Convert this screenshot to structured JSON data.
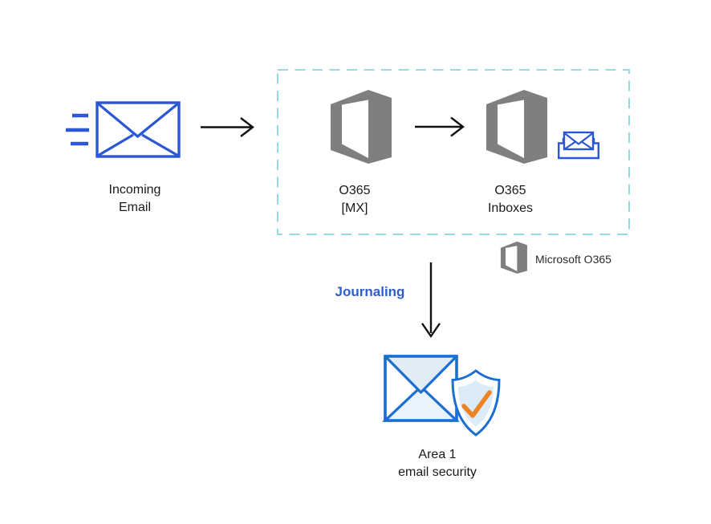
{
  "nodes": {
    "incoming_email": {
      "line1": "Incoming",
      "line2": "Email"
    },
    "o365_mx": {
      "line1": "O365",
      "line2": "[MX]"
    },
    "o365_inboxes": {
      "line1": "O365",
      "line2": "Inboxes"
    },
    "area1": {
      "line1": "Area 1",
      "line2": "email security"
    }
  },
  "annotations": {
    "journaling": "Journaling",
    "legend": "Microsoft O365"
  },
  "icons": {
    "incoming_email": "envelope-with-speed-lines-icon",
    "o365_mx": "office-logo-icon",
    "o365_inboxes": "office-logo-icon",
    "inbox": "inbox-tray-envelope-icon",
    "area1": "envelope-shield-check-icon",
    "flow": [
      "arrow-right-icon",
      "arrow-right-icon",
      "arrow-down-icon"
    ],
    "legend": "office-logo-icon"
  },
  "colors": {
    "icon_blue": "#2b57d5",
    "area1_blue": "#1b6fd3",
    "office_gray": "#7f7f7f",
    "dashed_border": "#85d6e0",
    "journaling_text": "#2d5ecc",
    "check_orange": "#ee8322",
    "label_text": "#1a1a1a",
    "arrow_black": "#111111",
    "shield_fill": "#dcebf8",
    "flap_fill": "#e2ecf7",
    "envelope_tint": "#e9f3fb"
  }
}
